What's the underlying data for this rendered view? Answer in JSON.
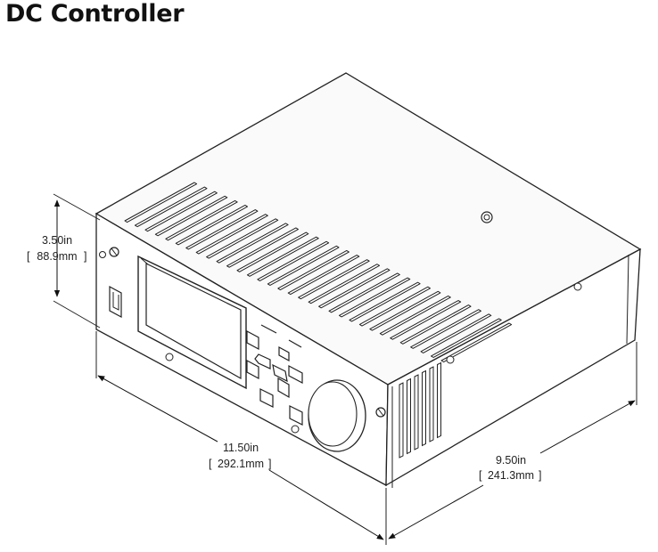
{
  "title": "DC Controller",
  "dimensions": {
    "height": {
      "inches": "3.50in",
      "mm": "88.9mm"
    },
    "width": {
      "inches": "11.50in",
      "mm": "292.1mm"
    },
    "depth": {
      "inches": "9.50in",
      "mm": "241.3mm"
    }
  }
}
